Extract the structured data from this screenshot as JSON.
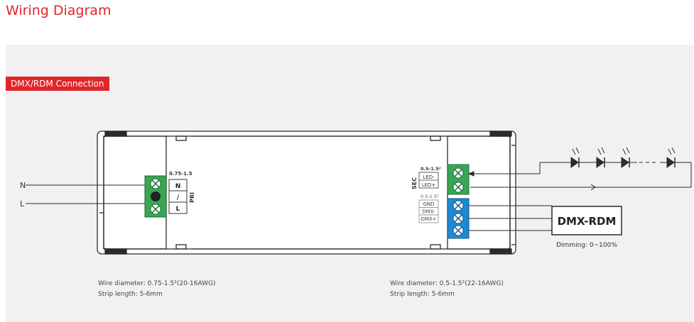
{
  "page_title": "Wiring Diagram",
  "section_badge": "DMX/RDM Connection",
  "input": {
    "wire_range": "0.75-1.5",
    "label_n": "N",
    "label_l": "L",
    "terminal_n": "N",
    "terminal_ground": "/",
    "terminal_l": "L",
    "side_label": "PRI",
    "wire_diameter": "Wire diameter: 0.75-1.5²(20-16AWG)",
    "strip_length": "Strip length: 5-6mm"
  },
  "output": {
    "sec_label": "SEC",
    "led_wire_range": "0.5-1.5²",
    "led_minus": "LED-",
    "led_plus": "LED+",
    "dmx_wire_range": "0.5-1.5²",
    "gnd": "GND",
    "dmx_minus": "DMX-",
    "dmx_plus": "DMX+",
    "wire_diameter": "Wire diameter: 0.5-1.5²(22-16AWG)",
    "strip_length": "Strip length: 5-6mm"
  },
  "controller": {
    "label": "DMX-RDM",
    "dimming": "Dimming: 0~100%"
  },
  "colors": {
    "accent": "#e3242b",
    "green_terminal": "#3aa655",
    "blue_terminal": "#1e8ad0",
    "panel": "#f1f1f1"
  }
}
